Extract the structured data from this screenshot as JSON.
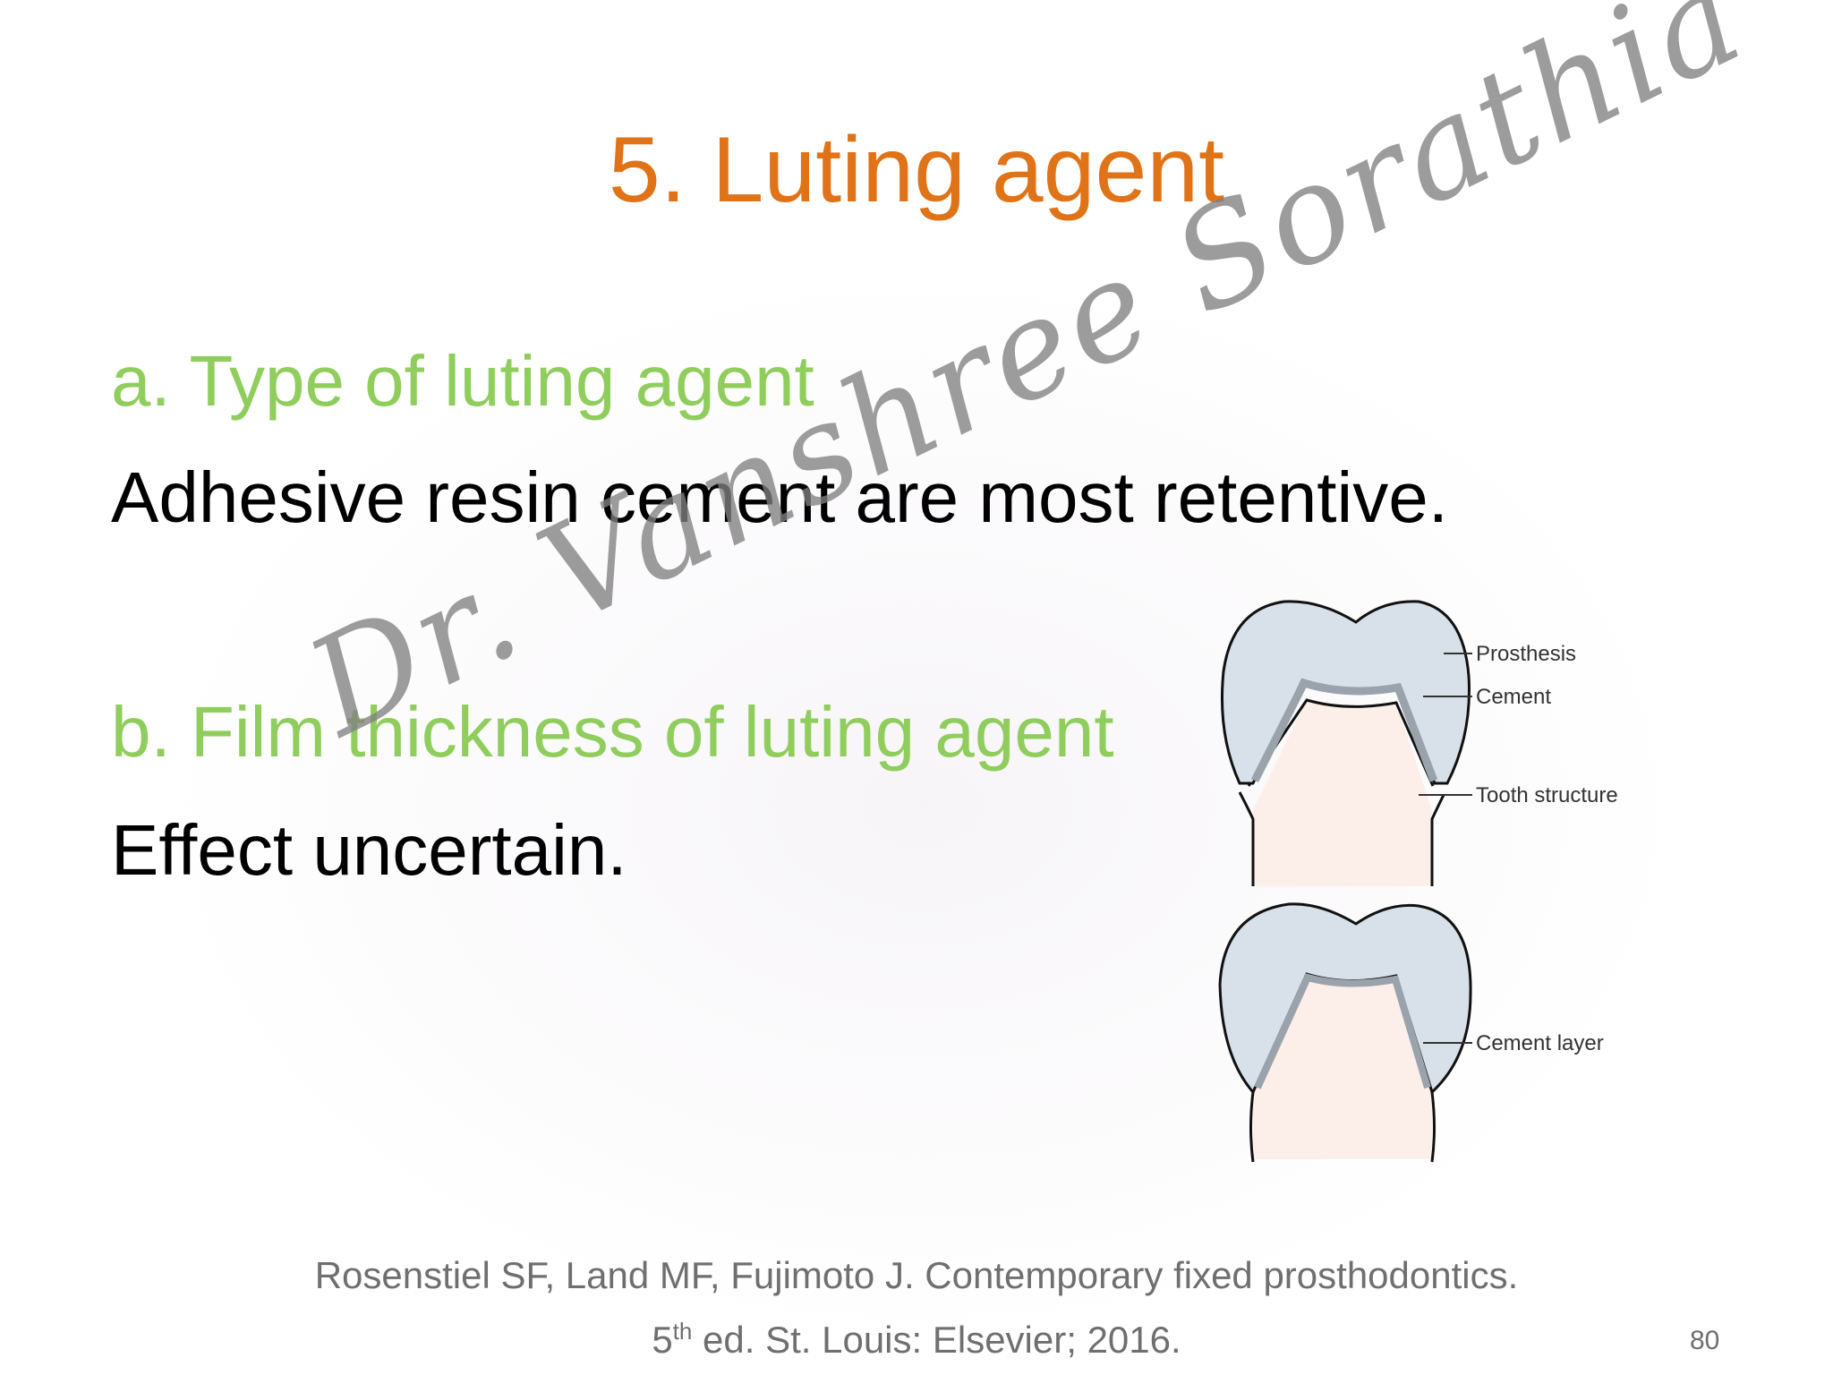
{
  "slide": {
    "title": "5. Luting agent",
    "section_a": {
      "heading": "a. Type of luting agent",
      "text": "Adhesive resin cement are most retentive."
    },
    "section_b": {
      "heading": "b. Film thickness of luting agent",
      "text": "Effect uncertain."
    },
    "watermark": "Dr. Vanshree Sorathia",
    "diagram": {
      "labels": {
        "prosthesis": "Prosthesis",
        "cement": "Cement",
        "tooth_structure": "Tooth structure",
        "cement_layer": "Cement layer"
      }
    },
    "citation": {
      "line1": "Rosenstiel SF, Land MF, Fujimoto J. Contemporary fixed prosthodontics.",
      "edition_number": "5",
      "edition_sup": "th",
      "line2_rest": " ed. St. Louis: Elsevier; 2016."
    },
    "page_number": "80"
  },
  "colors": {
    "title": "#e07318",
    "heading": "#8fcd5c",
    "body": "#000000",
    "citation": "#6f6f6f",
    "prosthesis_fill": "#d8e1ea",
    "tooth_fill": "#fcefea"
  }
}
